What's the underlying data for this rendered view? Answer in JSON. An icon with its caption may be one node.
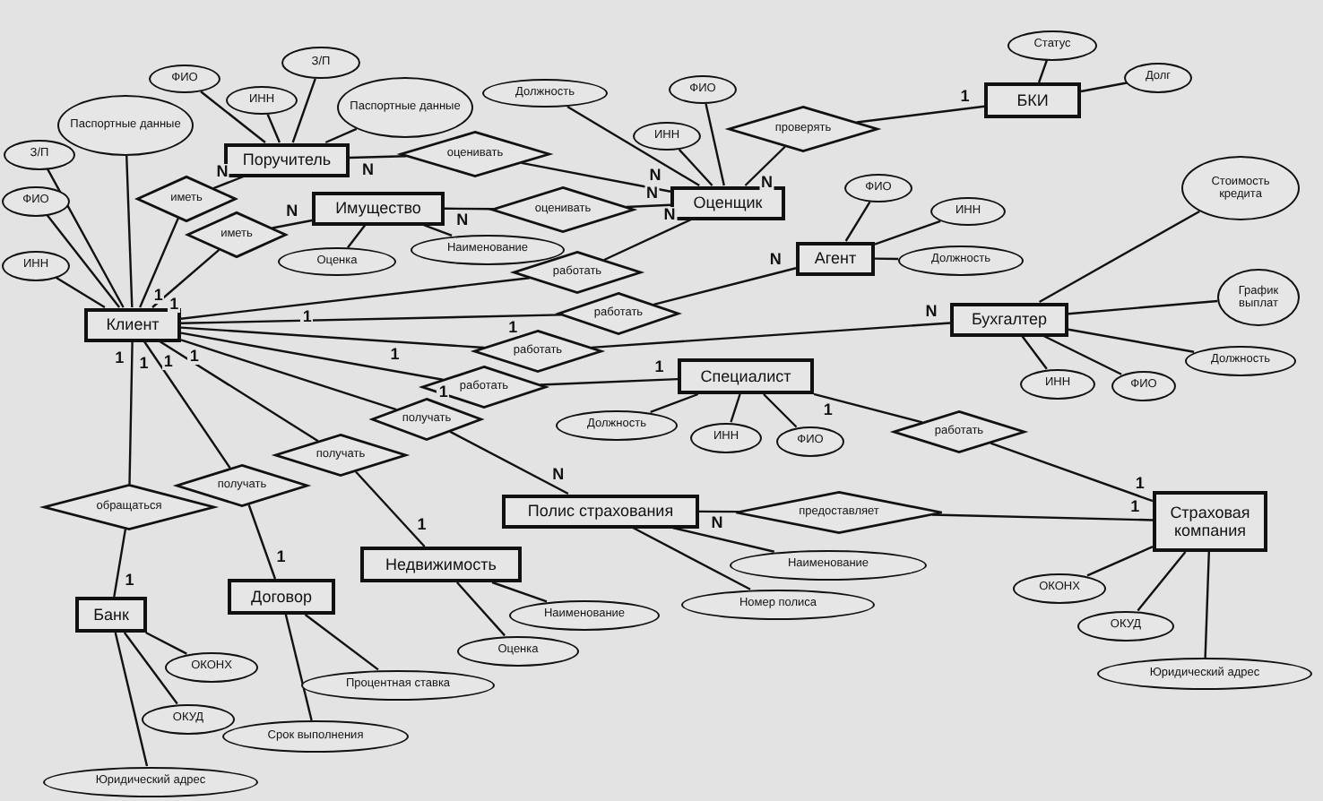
{
  "diagram": {
    "nodes": [
      {
        "text": [
          "Клиент"
        ]
      },
      {
        "text": [
          "Поручитель"
        ]
      },
      {
        "text": [
          "Имущество"
        ]
      },
      {
        "text": [
          "Оценщик"
        ]
      },
      {
        "text": [
          "Агент"
        ]
      },
      {
        "text": [
          "БКИ"
        ]
      },
      {
        "text": [
          "Бухгалтер"
        ]
      },
      {
        "text": [
          "Специалист"
        ]
      },
      {
        "text": [
          "Полис страхования"
        ]
      },
      {
        "text": [
          "Страховая компания"
        ]
      },
      {
        "text": [
          "Банк"
        ]
      },
      {
        "text": [
          "Договор"
        ]
      },
      {
        "text": [
          "Недвижимость"
        ]
      },
      {
        "text": [
          "иметь"
        ]
      },
      {
        "text": [
          "иметь"
        ]
      },
      {
        "text": [
          "оценивать"
        ]
      },
      {
        "text": [
          "оценивать"
        ]
      },
      {
        "text": [
          "работать"
        ]
      },
      {
        "text": [
          "работать"
        ]
      },
      {
        "text": [
          "работать"
        ]
      },
      {
        "text": [
          "работать"
        ]
      },
      {
        "text": [
          "получать"
        ]
      },
      {
        "text": [
          "получать"
        ]
      },
      {
        "text": [
          "получать"
        ]
      },
      {
        "text": [
          "обращаться"
        ]
      },
      {
        "text": [
          "проверять"
        ]
      },
      {
        "text": [
          "работать"
        ]
      },
      {
        "text": [
          "предоставляет"
        ]
      },
      {
        "text": [
          "Паспортные данные"
        ]
      },
      {
        "text": [
          "З/П"
        ]
      },
      {
        "text": [
          "ФИО"
        ]
      },
      {
        "text": [
          "ИНН"
        ]
      },
      {
        "text": [
          "ФИО"
        ]
      },
      {
        "text": [
          "ИНН"
        ]
      },
      {
        "text": [
          "З/П"
        ]
      },
      {
        "text": [
          "Паспортные данные"
        ]
      },
      {
        "text": [
          "Оценка"
        ]
      },
      {
        "text": [
          "Наименование"
        ]
      },
      {
        "text": [
          "Должность"
        ]
      },
      {
        "text": [
          "ИНН"
        ]
      },
      {
        "text": [
          "ФИО"
        ]
      },
      {
        "text": [
          "ФИО"
        ]
      },
      {
        "text": [
          "ИНН"
        ]
      },
      {
        "text": [
          "Должность"
        ]
      },
      {
        "text": [
          "Статус"
        ]
      },
      {
        "text": [
          "Долг"
        ]
      },
      {
        "text": [
          "Стоимость кредита"
        ]
      },
      {
        "text": [
          "График выплат"
        ]
      },
      {
        "text": [
          "Должность"
        ]
      },
      {
        "text": [
          "ИНН"
        ]
      },
      {
        "text": [
          "ФИО"
        ]
      },
      {
        "text": [
          "Должность"
        ]
      },
      {
        "text": [
          "ИНН"
        ]
      },
      {
        "text": [
          "ФИО"
        ]
      },
      {
        "text": [
          "Наименование"
        ]
      },
      {
        "text": [
          "Номер полиса"
        ]
      },
      {
        "text": [
          "ОКОНХ"
        ]
      },
      {
        "text": [
          "ОКУД"
        ]
      },
      {
        "text": [
          "Юридический адрес"
        ]
      },
      {
        "text": [
          "ОКОНХ"
        ]
      },
      {
        "text": [
          "ОКУД"
        ]
      },
      {
        "text": [
          "Юридический адрес"
        ]
      },
      {
        "text": [
          "Процентная ставка"
        ]
      },
      {
        "text": [
          "Срок выполнения"
        ]
      },
      {
        "text": [
          "Наименование"
        ]
      },
      {
        "text": [
          "Оценка"
        ]
      }
    ],
    "edges": [
      {
        "from": 0,
        "to": 13,
        "arrow": "none",
        "label": "1"
      },
      {
        "from": 1,
        "to": 13,
        "arrow": "none",
        "label": "N"
      },
      {
        "from": 0,
        "to": 14,
        "arrow": "none",
        "label": "1"
      },
      {
        "from": 2,
        "to": 14,
        "arrow": "none",
        "label": "N"
      },
      {
        "from": 1,
        "to": 15,
        "arrow": "none",
        "label": "N"
      },
      {
        "from": 3,
        "to": 15,
        "arrow": "none",
        "label": "N"
      },
      {
        "from": 2,
        "to": 16,
        "arrow": "none",
        "label": "N"
      },
      {
        "from": 3,
        "to": 16,
        "arrow": "none",
        "label": "N"
      },
      {
        "from": 0,
        "to": 17,
        "arrow": "none",
        "label": "1"
      },
      {
        "from": 3,
        "to": 17,
        "arrow": "none",
        "label": "N"
      },
      {
        "from": 0,
        "to": 18,
        "arrow": "none",
        "label": "1"
      },
      {
        "from": 4,
        "to": 18,
        "arrow": "none",
        "label": "N"
      },
      {
        "from": 0,
        "to": 19,
        "arrow": "none",
        "label": "1"
      },
      {
        "from": 6,
        "to": 19,
        "arrow": "none",
        "label": "N"
      },
      {
        "from": 0,
        "to": 20,
        "arrow": "none",
        "label": "1"
      },
      {
        "from": 7,
        "to": 20,
        "arrow": "none",
        "label": "1"
      },
      {
        "from": 0,
        "to": 21,
        "arrow": "none",
        "label": "1"
      },
      {
        "from": 8,
        "to": 21,
        "arrow": "none",
        "label": "N"
      },
      {
        "from": 0,
        "to": 22,
        "arrow": "none",
        "label": "1"
      },
      {
        "from": 12,
        "to": 22,
        "arrow": "none",
        "label": "1"
      },
      {
        "from": 0,
        "to": 23,
        "arrow": "none",
        "label": "1"
      },
      {
        "from": 11,
        "to": 23,
        "arrow": "none",
        "label": "1"
      },
      {
        "from": 0,
        "to": 24,
        "arrow": "none",
        "label": "1"
      },
      {
        "from": 10,
        "to": 24,
        "arrow": "none",
        "label": "1"
      },
      {
        "from": 3,
        "to": 25,
        "arrow": "none",
        "label": "N"
      },
      {
        "from": 5,
        "to": 25,
        "arrow": "none",
        "label": "1"
      },
      {
        "from": 7,
        "to": 26,
        "arrow": "none",
        "label": "1"
      },
      {
        "from": 9,
        "to": 26,
        "arrow": "none",
        "label": "1"
      },
      {
        "from": 8,
        "to": 27,
        "arrow": "none",
        "label": "N"
      },
      {
        "from": 9,
        "to": 27,
        "arrow": "none",
        "label": "1"
      },
      {
        "from": 28,
        "to": 0,
        "arrow": "none"
      },
      {
        "from": 29,
        "to": 0,
        "arrow": "none"
      },
      {
        "from": 30,
        "to": 0,
        "arrow": "none"
      },
      {
        "from": 31,
        "to": 0,
        "arrow": "none"
      },
      {
        "from": 32,
        "to": 1,
        "arrow": "none"
      },
      {
        "from": 33,
        "to": 1,
        "arrow": "none"
      },
      {
        "from": 34,
        "to": 1,
        "arrow": "none"
      },
      {
        "from": 35,
        "to": 1,
        "arrow": "none"
      },
      {
        "from": 36,
        "to": 2,
        "arrow": "none"
      },
      {
        "from": 37,
        "to": 2,
        "arrow": "none"
      },
      {
        "from": 38,
        "to": 3,
        "arrow": "none"
      },
      {
        "from": 39,
        "to": 3,
        "arrow": "none"
      },
      {
        "from": 40,
        "to": 3,
        "arrow": "none"
      },
      {
        "from": 41,
        "to": 4,
        "arrow": "none"
      },
      {
        "from": 42,
        "to": 4,
        "arrow": "none"
      },
      {
        "from": 43,
        "to": 4,
        "arrow": "none"
      },
      {
        "from": 44,
        "to": 5,
        "arrow": "none"
      },
      {
        "from": 45,
        "to": 5,
        "arrow": "none"
      },
      {
        "from": 46,
        "to": 6,
        "arrow": "none"
      },
      {
        "from": 47,
        "to": 6,
        "arrow": "none"
      },
      {
        "from": 48,
        "to": 6,
        "arrow": "none"
      },
      {
        "from": 49,
        "to": 6,
        "arrow": "none"
      },
      {
        "from": 50,
        "to": 6,
        "arrow": "none"
      },
      {
        "from": 51,
        "to": 7,
        "arrow": "none"
      },
      {
        "from": 52,
        "to": 7,
        "arrow": "none"
      },
      {
        "from": 53,
        "to": 7,
        "arrow": "none"
      },
      {
        "from": 54,
        "to": 8,
        "arrow": "none"
      },
      {
        "from": 55,
        "to": 8,
        "arrow": "none"
      },
      {
        "from": 56,
        "to": 9,
        "arrow": "none"
      },
      {
        "from": 57,
        "to": 9,
        "arrow": "none"
      },
      {
        "from": 58,
        "to": 9,
        "arrow": "none"
      },
      {
        "from": 59,
        "to": 10,
        "arrow": "none"
      },
      {
        "from": 60,
        "to": 10,
        "arrow": "none"
      },
      {
        "from": 61,
        "to": 10,
        "arrow": "none"
      },
      {
        "from": 62,
        "to": 11,
        "arrow": "none"
      },
      {
        "from": 63,
        "to": 11,
        "arrow": "none"
      },
      {
        "from": 64,
        "to": 12,
        "arrow": "none"
      },
      {
        "from": 65,
        "to": 12,
        "arrow": "none"
      }
    ]
  }
}
